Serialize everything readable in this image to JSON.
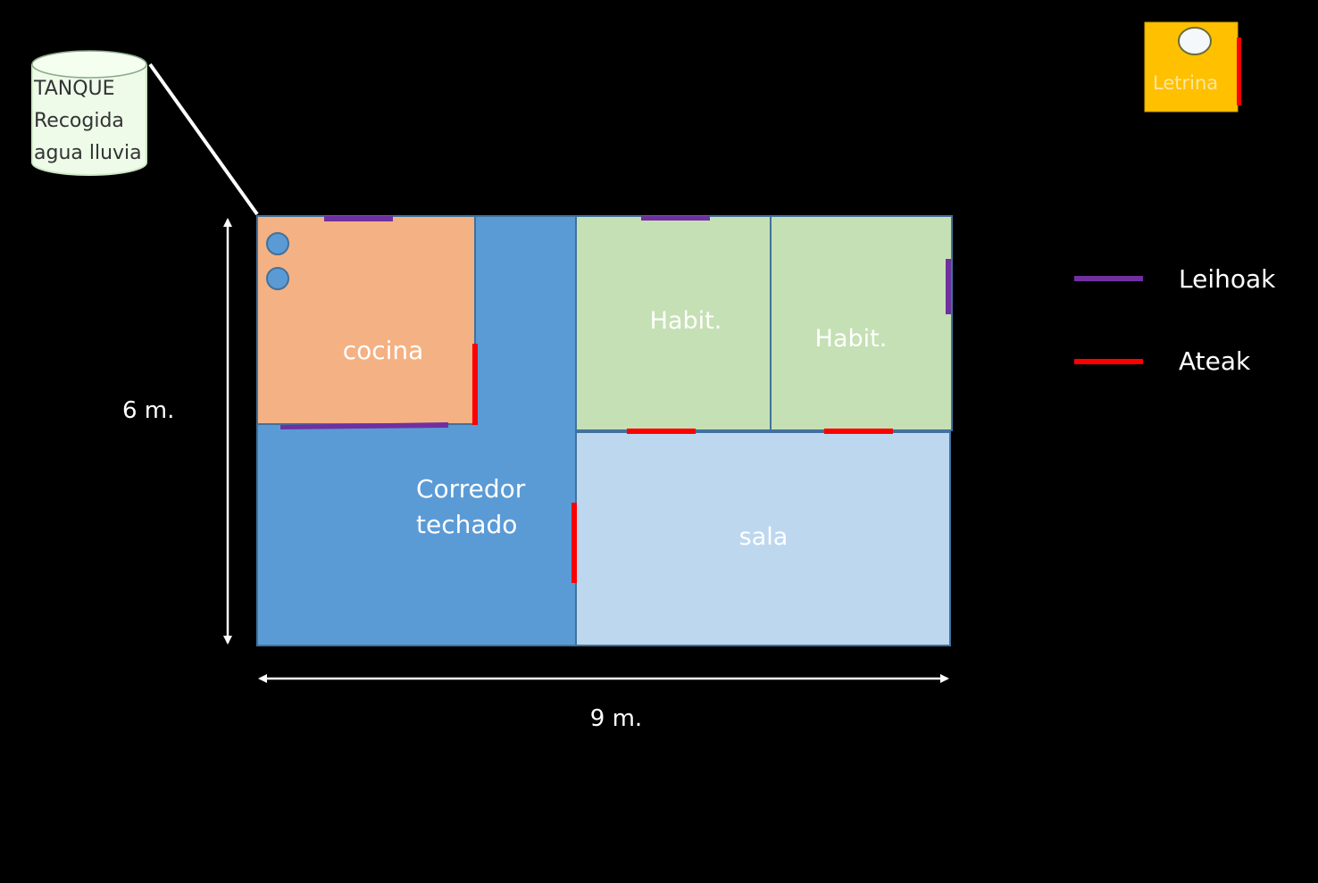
{
  "title": "House floor plan",
  "colors": {
    "background": "#000000",
    "wall": "#41719c",
    "cocina": "#f4b183",
    "corredor": "#5b9bd5",
    "habit": "#c5e0b4",
    "sala": "#bdd7ee",
    "window": "#7030a0",
    "door": "#ff0000",
    "letrina": "#ffc000",
    "tank": "#f0fff0"
  },
  "tank": {
    "lines": [
      "TANQUE",
      "Recogida",
      "agua lluvia"
    ]
  },
  "letrina": {
    "label": "Letrina"
  },
  "rooms": {
    "cocina": "cocina",
    "corredor_line1": "Corredor",
    "corredor_line2": "techado",
    "habit1": "Habit.",
    "habit2": "Habit.",
    "sala": "sala"
  },
  "dimensions": {
    "height": "6 m.",
    "width": "9 m."
  },
  "legend": [
    {
      "label": "Leihoak",
      "kind": "window"
    },
    {
      "label": "Ateak",
      "kind": "door"
    }
  ]
}
